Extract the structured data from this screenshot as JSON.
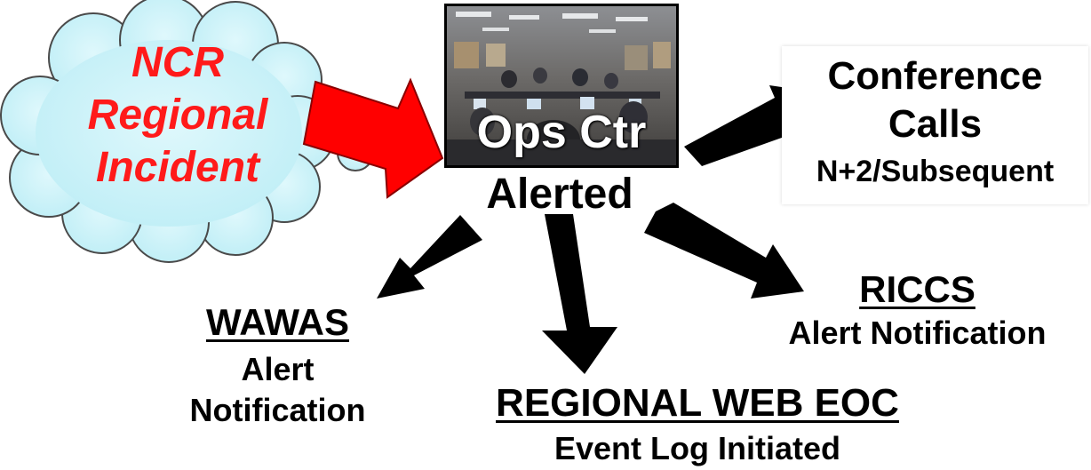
{
  "incident": {
    "line1": "NCR",
    "line2": "Regional",
    "line3": "Incident"
  },
  "ops_center": {
    "photo_title": "Ops Ctr",
    "status": "Alerted"
  },
  "conference": {
    "line1": "Conference",
    "line2": "Calls",
    "line3": "N+2/Subsequent"
  },
  "wawas": {
    "title": "WAWAS",
    "line1": "Alert",
    "line2": "Notification"
  },
  "web_eoc": {
    "title": "REGIONAL WEB EOC",
    "subtitle": "Event Log Initiated"
  },
  "riccs": {
    "title": "RICCS",
    "subtitle": "Alert Notification"
  },
  "colors": {
    "incident_text": "#ff1a1a",
    "incident_arrow": "#ff0000",
    "cloud_fill": "#c6f0f7",
    "arrow_fill": "#000000"
  }
}
